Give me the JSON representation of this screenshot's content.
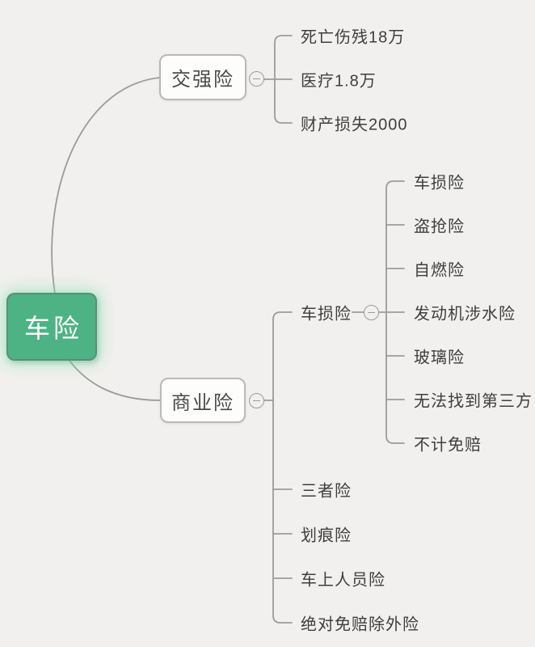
{
  "canvas": {
    "background": "#f1f0ee",
    "line_color": "#9b9b9b",
    "accent_green": "#4db384"
  },
  "root": {
    "label": "车险"
  },
  "branches": [
    {
      "label": "交强险",
      "collapse_icon": "minus",
      "children": [
        {
          "label": "死亡伤残18万"
        },
        {
          "label": "医疗1.8万"
        },
        {
          "label": "财产损失2000"
        }
      ]
    },
    {
      "label": "商业险",
      "collapse_icon": "minus",
      "children": [
        {
          "label": "车损险",
          "collapse_icon": "minus",
          "children": [
            {
              "label": "车损险"
            },
            {
              "label": "盗抢险"
            },
            {
              "label": "自燃险"
            },
            {
              "label": "发动机涉水险"
            },
            {
              "label": "玻璃险"
            },
            {
              "label": "无法找到第三方"
            },
            {
              "label": "不计免赔"
            }
          ]
        },
        {
          "label": "三者险"
        },
        {
          "label": "划痕险"
        },
        {
          "label": "车上人员险"
        },
        {
          "label": "绝对免赔除外险"
        }
      ]
    }
  ]
}
